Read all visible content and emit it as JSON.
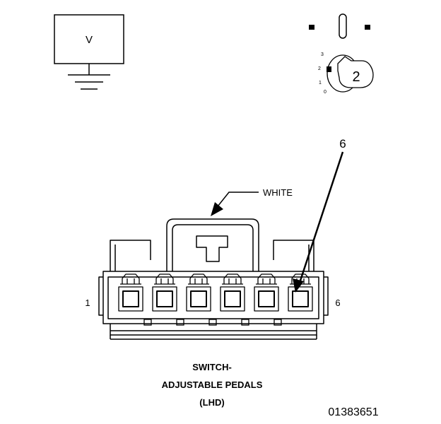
{
  "meter": {
    "symbol": "V"
  },
  "key_switch": {
    "positions": [
      "3",
      "2",
      "1",
      "0"
    ],
    "key_number": "2"
  },
  "callout": {
    "number": "6"
  },
  "connector": {
    "color_label": "WHITE",
    "left_pin": "1",
    "right_pin": "6",
    "pin_count": 6
  },
  "caption": {
    "line1": "SWITCH-",
    "line2": "ADJUSTABLE PEDALS",
    "line3": "(LHD)"
  },
  "figure_number": "01383651"
}
